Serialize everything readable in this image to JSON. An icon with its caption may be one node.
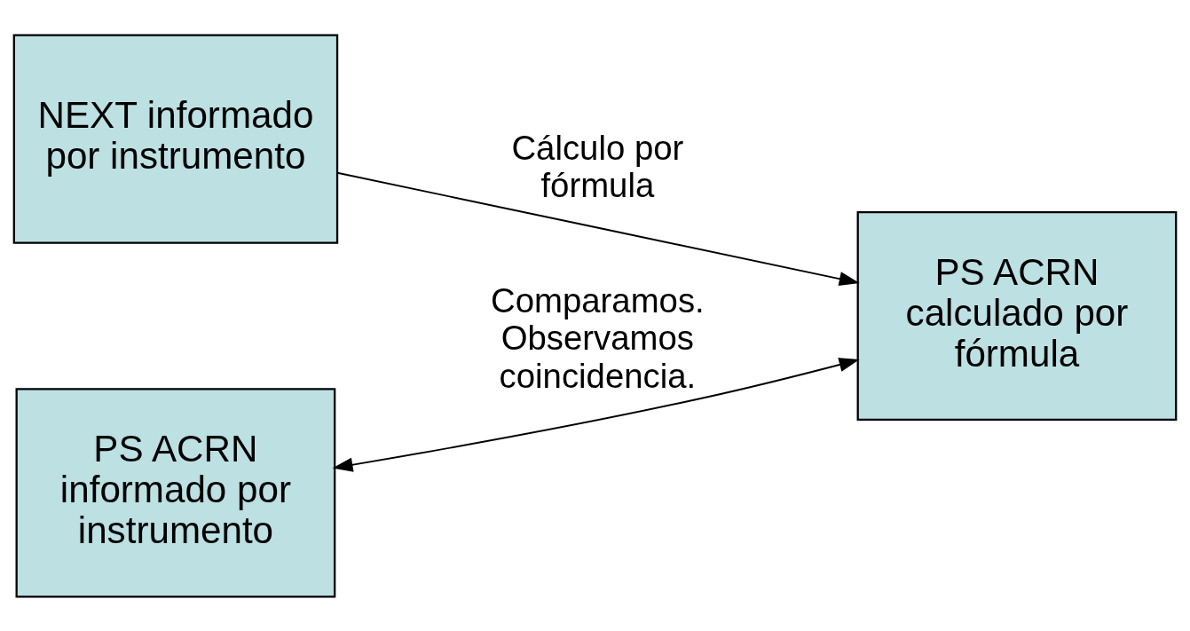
{
  "diagram": {
    "nodes": [
      {
        "text": [
          "NEXT informado por instrumento"
        ]
      },
      {
        "text": [
          "PS ACRN calculado por fórmula"
        ]
      },
      {
        "text": [
          "PS ACRN informado por instrumento"
        ]
      }
    ],
    "edges": [
      {
        "from": 0,
        "to": 1,
        "arrow": "to",
        "label": "Cálculo por fórmula"
      },
      {
        "from": 2,
        "to": 1,
        "arrow": "both",
        "label": "Comparamos. Observamos coincidencia."
      }
    ]
  }
}
